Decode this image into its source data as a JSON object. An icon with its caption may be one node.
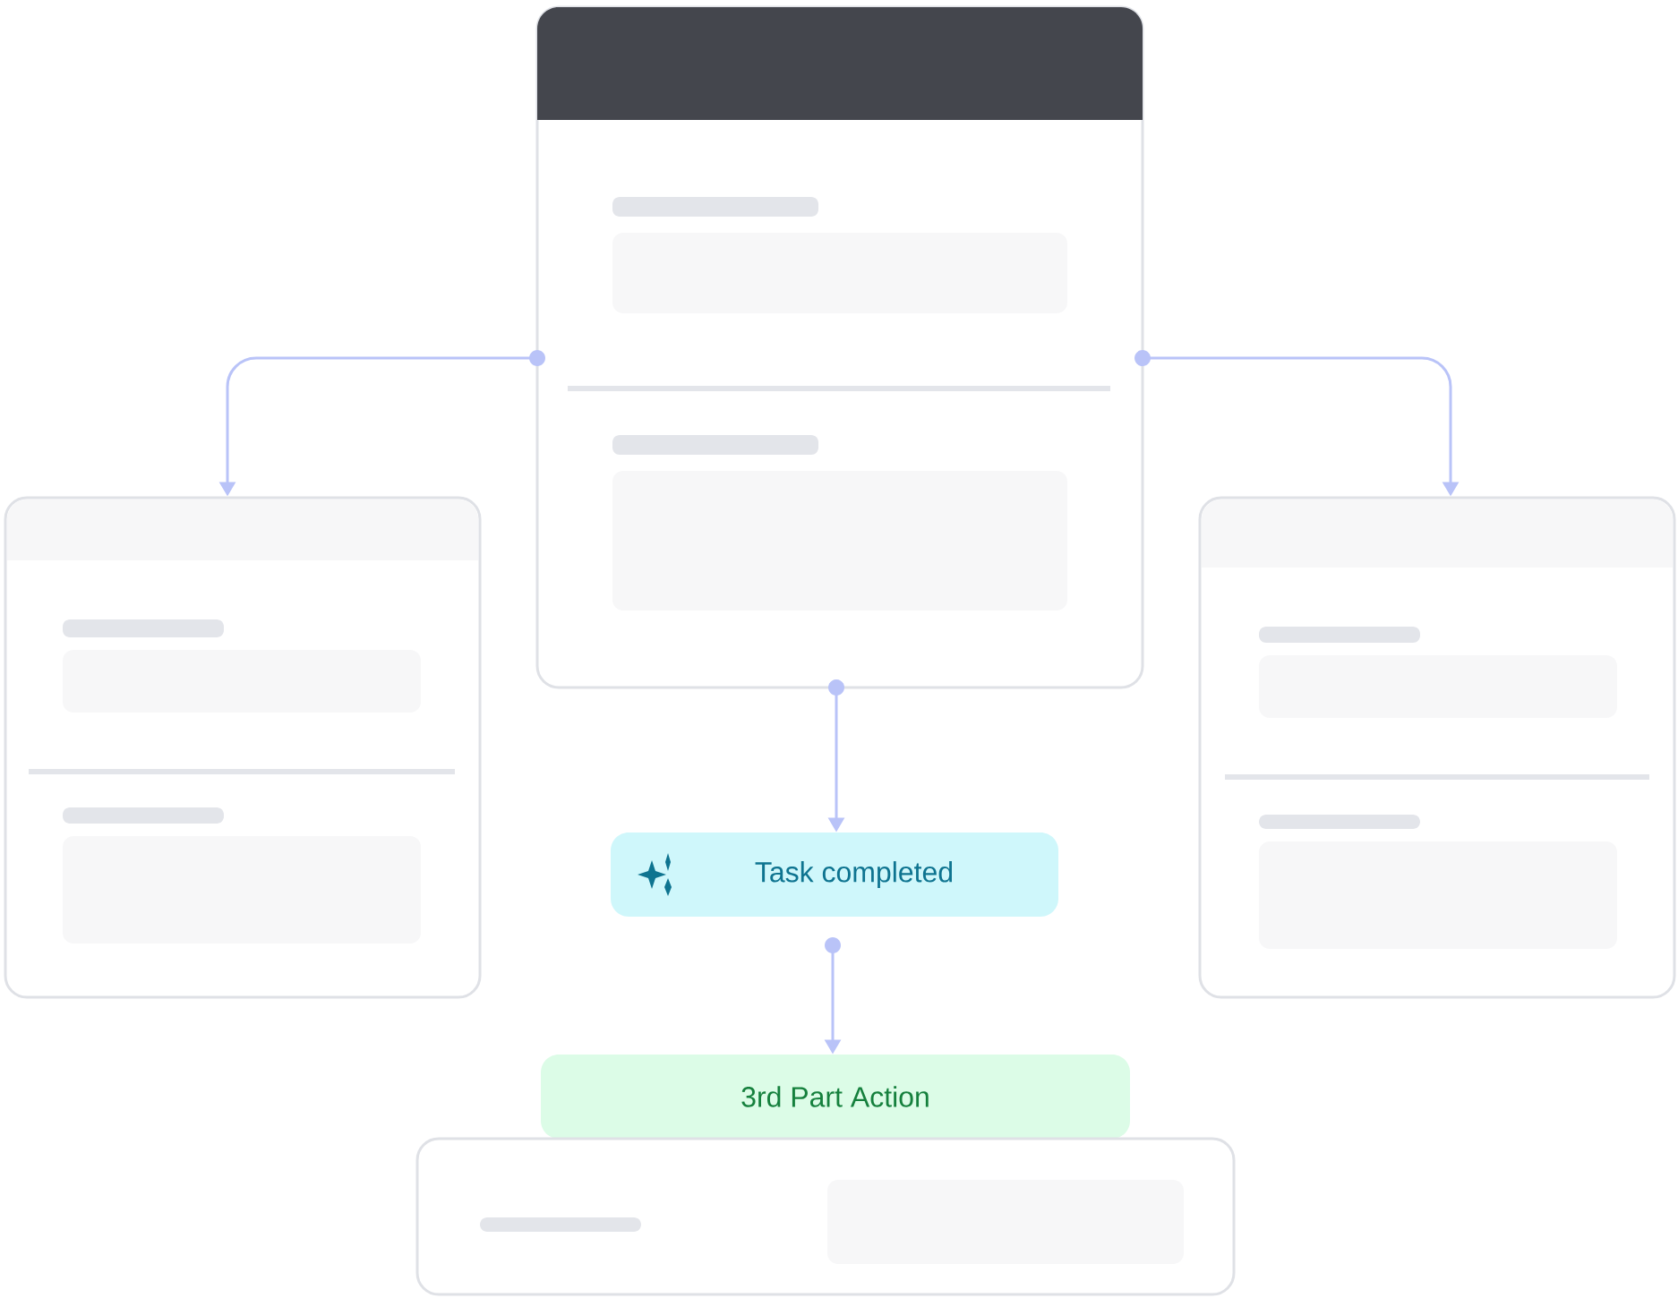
{
  "diagram": {
    "nodes": [
      {
        "text": [],
        "shape": "box"
      },
      {
        "text": [],
        "shape": "box"
      },
      {
        "text": [],
        "shape": "box"
      },
      {
        "text": [
          "Task completed"
        ]
      },
      {
        "text": [
          "3rd Part Action"
        ]
      },
      {
        "text": [],
        "shape": "box"
      }
    ],
    "edges": [
      {
        "from": 0,
        "to": 1,
        "arrow": "to"
      },
      {
        "from": 0,
        "to": 2,
        "arrow": "to"
      },
      {
        "from": 0,
        "to": 3,
        "arrow": "to"
      },
      {
        "from": 3,
        "to": 4,
        "arrow": "to"
      }
    ]
  }
}
